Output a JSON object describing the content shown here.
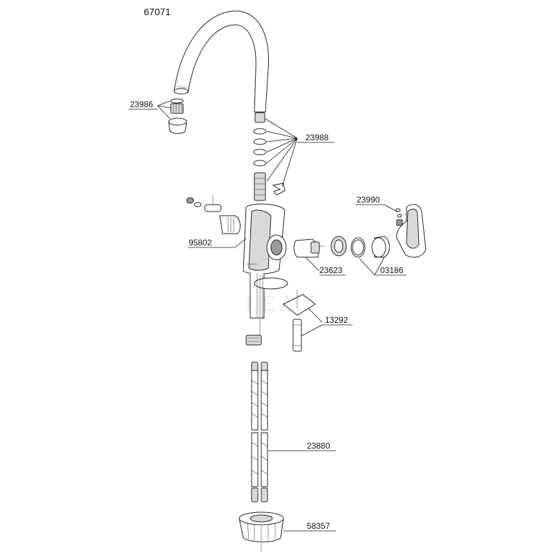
{
  "diagram": {
    "model_number": "67071",
    "watermark_text": "PEAU",
    "parts": [
      {
        "id": "p23986",
        "label": "23986"
      },
      {
        "id": "p23988",
        "label": "23988"
      },
      {
        "id": "p23990",
        "label": "23990"
      },
      {
        "id": "p95802",
        "label": "95802"
      },
      {
        "id": "p23623",
        "label": "23623"
      },
      {
        "id": "p03186",
        "label": "03186"
      },
      {
        "id": "p13292",
        "label": "13292"
      },
      {
        "id": "p23880",
        "label": "23880"
      },
      {
        "id": "p58357",
        "label": "58357"
      }
    ]
  }
}
